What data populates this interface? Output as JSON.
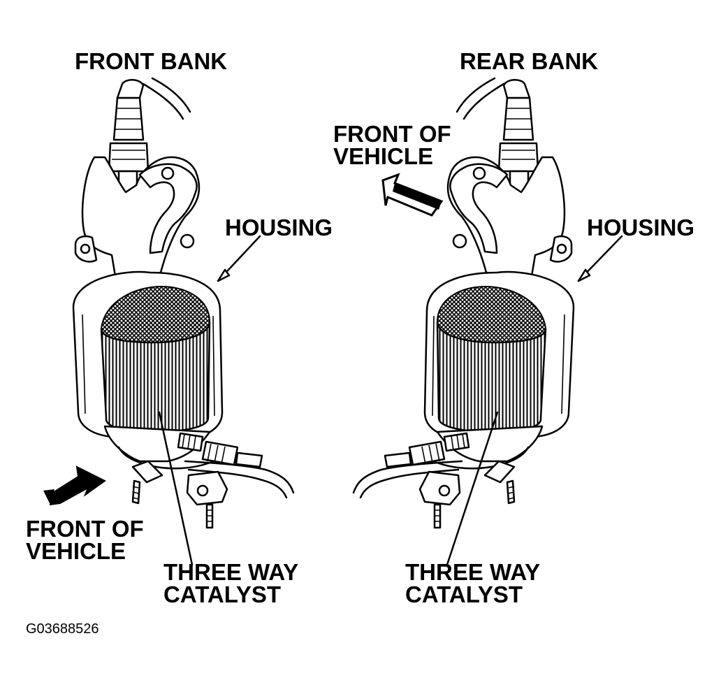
{
  "labels": {
    "front_bank": "FRONT BANK",
    "rear_bank": "REAR BANK",
    "housing_left": "HOUSING",
    "housing_right": "HOUSING",
    "front_of_vehicle_left": [
      "FRONT OF",
      "VEHICLE"
    ],
    "front_of_vehicle_right": [
      "FRONT OF",
      "VEHICLE"
    ],
    "three_way_catalyst_left": [
      "THREE WAY",
      "CATALYST"
    ],
    "three_way_catalyst_right": [
      "THREE WAY",
      "CATALYST"
    ],
    "figure_code": "G03688526"
  },
  "colors": {
    "ink": "#000000",
    "paper": "#ffffff"
  },
  "icons": {
    "left_arrow": "front-of-vehicle-arrow-icon",
    "right_arrow": "front-of-vehicle-arrow-icon"
  }
}
